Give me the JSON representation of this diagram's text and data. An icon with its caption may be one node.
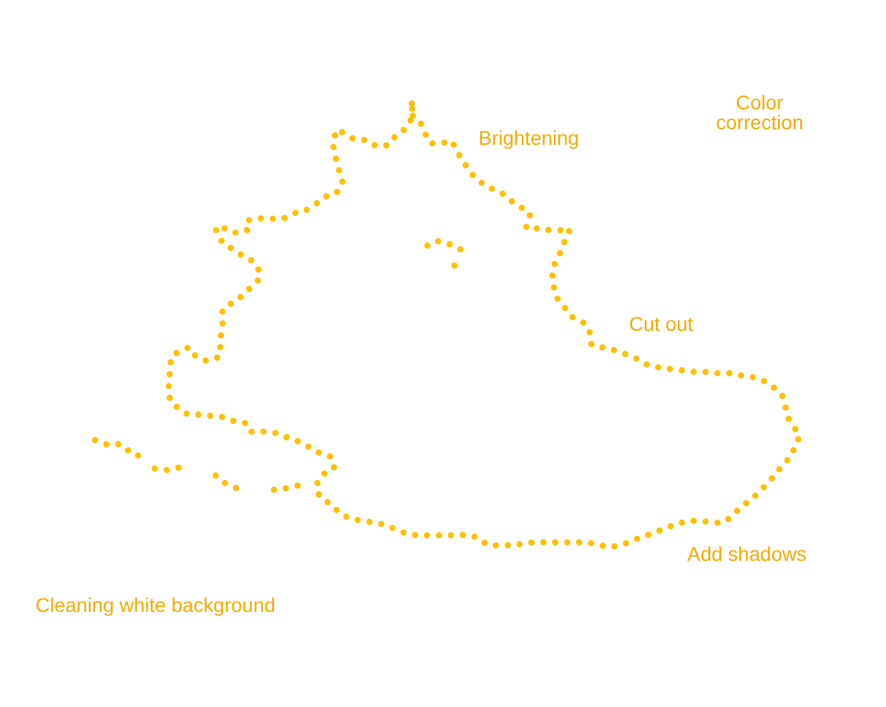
{
  "diagram": {
    "labels": [
      "Color correction",
      "Brightening",
      "Cut out",
      "Add shadows",
      "Cleaning white background"
    ]
  }
}
